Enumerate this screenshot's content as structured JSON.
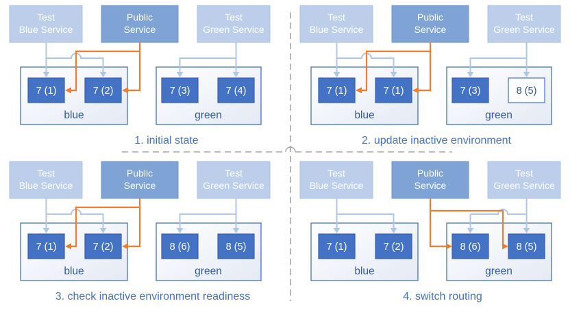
{
  "colors": {
    "public_route_orange": "#ED7D31",
    "test_route_blue": "#AFC7E7",
    "pod_blue": "#4472C4",
    "service_public_fill": "#7FA3D4",
    "service_test_fill": "#BCCEE9",
    "environment_border": "#4472C4",
    "caption_text": "#4472C4",
    "env_label_text": "#35589F",
    "divider_gray": "#A6A6A6"
  },
  "services": [
    {
      "line1": "Test",
      "line2": "Blue Service"
    },
    {
      "line1": "Public",
      "line2": "Service"
    },
    {
      "line1": "Test",
      "line2": "Green Service"
    }
  ],
  "quadrants": [
    {
      "step": 1,
      "caption": "1. initial state",
      "public_routes_to": "blue",
      "environments": [
        {
          "name": "blue",
          "pods": [
            {
              "label": "7 (1)",
              "state": "active"
            },
            {
              "label": "7 (2)",
              "state": "active"
            }
          ]
        },
        {
          "name": "green",
          "pods": [
            {
              "label": "7 (3)",
              "state": "active"
            },
            {
              "label": "7 (4)",
              "state": "active"
            }
          ]
        }
      ]
    },
    {
      "step": 2,
      "caption": "2. update inactive environment",
      "public_routes_to": "blue",
      "environments": [
        {
          "name": "blue",
          "pods": [
            {
              "label": "7 (1)",
              "state": "active"
            },
            {
              "label": "7 (1)",
              "state": "active"
            }
          ]
        },
        {
          "name": "green",
          "pods": [
            {
              "label": "7 (3)",
              "state": "active"
            },
            {
              "label": "8 (5)",
              "state": "updating"
            }
          ]
        }
      ]
    },
    {
      "step": 3,
      "caption": "3. check inactive environment readiness",
      "public_routes_to": "blue",
      "environments": [
        {
          "name": "blue",
          "pods": [
            {
              "label": "7 (1)",
              "state": "active"
            },
            {
              "label": "7 (2)",
              "state": "active"
            }
          ]
        },
        {
          "name": "green",
          "pods": [
            {
              "label": "8 (6)",
              "state": "active"
            },
            {
              "label": "8 (5)",
              "state": "active"
            }
          ]
        }
      ]
    },
    {
      "step": 4,
      "caption": "4. switch routing",
      "public_routes_to": "green",
      "environments": [
        {
          "name": "blue",
          "pods": [
            {
              "label": "7 (1)",
              "state": "active"
            },
            {
              "label": "7 (2)",
              "state": "active"
            }
          ]
        },
        {
          "name": "green",
          "pods": [
            {
              "label": "8 (6)",
              "state": "active"
            },
            {
              "label": "8 (5)",
              "state": "active"
            }
          ]
        }
      ]
    }
  ]
}
